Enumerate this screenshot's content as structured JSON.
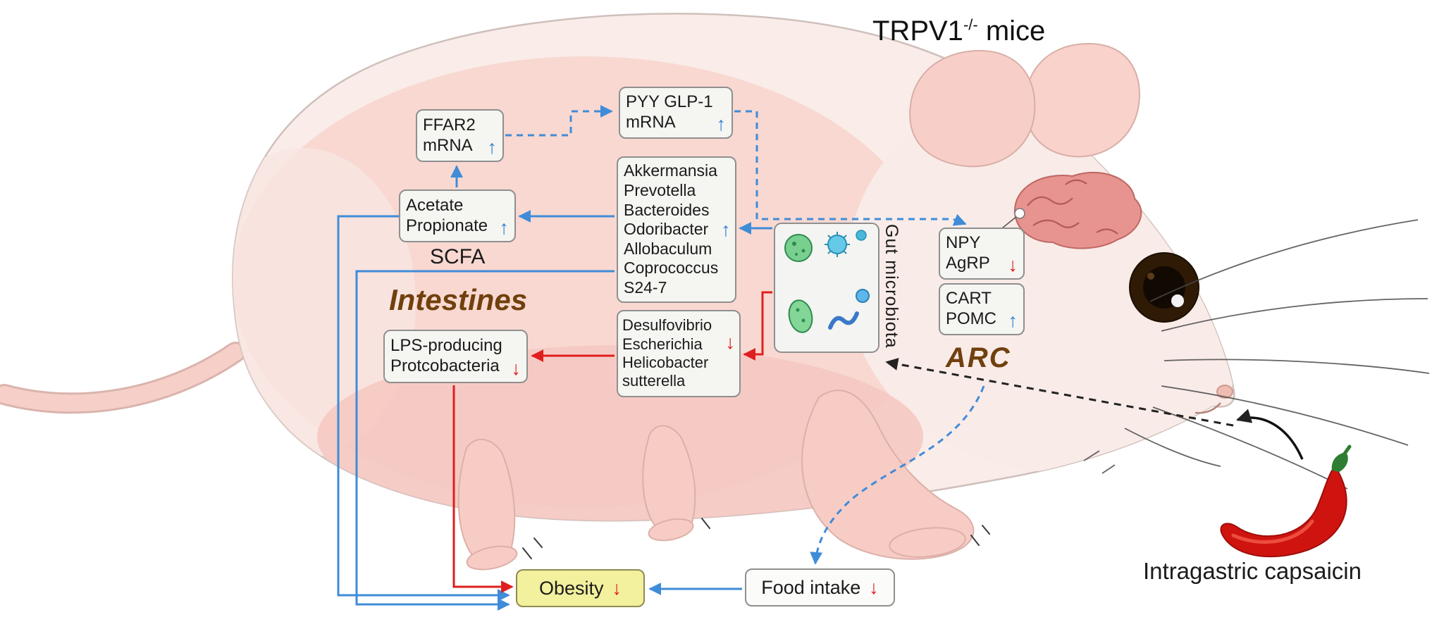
{
  "title": {
    "base": "TRPV1",
    "sup": "-/-",
    "suffix": " mice"
  },
  "boxes": {
    "ffar2": {
      "lines": [
        "FFAR2",
        "mRNA"
      ],
      "glyph": "↑"
    },
    "pyy_glp1": {
      "lines": [
        "PYY GLP-1",
        "mRNA"
      ],
      "glyph": "↑"
    },
    "scfa": {
      "lines": [
        "Acetate",
        "Propionate"
      ],
      "glyph": "↑"
    },
    "beneficial_bacteria": {
      "lines": [
        "Akkermansia",
        "Prevotella",
        "Bacteroides",
        "Odoribacter",
        "Allobaculum",
        "Coprococcus",
        "S24-7"
      ],
      "glyph": "↑"
    },
    "pathogenic_bacteria": {
      "lines": [
        "Desulfovibrio",
        "Escherichia",
        "Helicobacter",
        "sutterella"
      ],
      "glyph": "↓"
    },
    "lps": {
      "lines": [
        "LPS-producing",
        "Protcobacteria"
      ],
      "glyph": "↓"
    },
    "npy_agrp": {
      "lines": [
        "NPY",
        "AgRP"
      ],
      "glyph": "↓"
    },
    "cart_pomc": {
      "lines": [
        "CART",
        "POMC"
      ],
      "glyph": "↑"
    },
    "obesity": {
      "label": "Obesity",
      "glyph": "↓"
    },
    "food_intake": {
      "label": "Food intake",
      "glyph": "↓"
    }
  },
  "labels": {
    "scfa": "SCFA",
    "intestines": "Intestines",
    "arc": "ARC",
    "gut_microbiota": "Gut microbiota",
    "capsaicin": "Intragastric capsaicin"
  },
  "colors": {
    "up_arrow": "#2e7fd0",
    "down_arrow": "#e01b1b",
    "line_blue": "#3f8cd8",
    "line_red": "#df1f1f",
    "obesity_bg": "#f3f09e",
    "accent_brown": "#70400d"
  }
}
